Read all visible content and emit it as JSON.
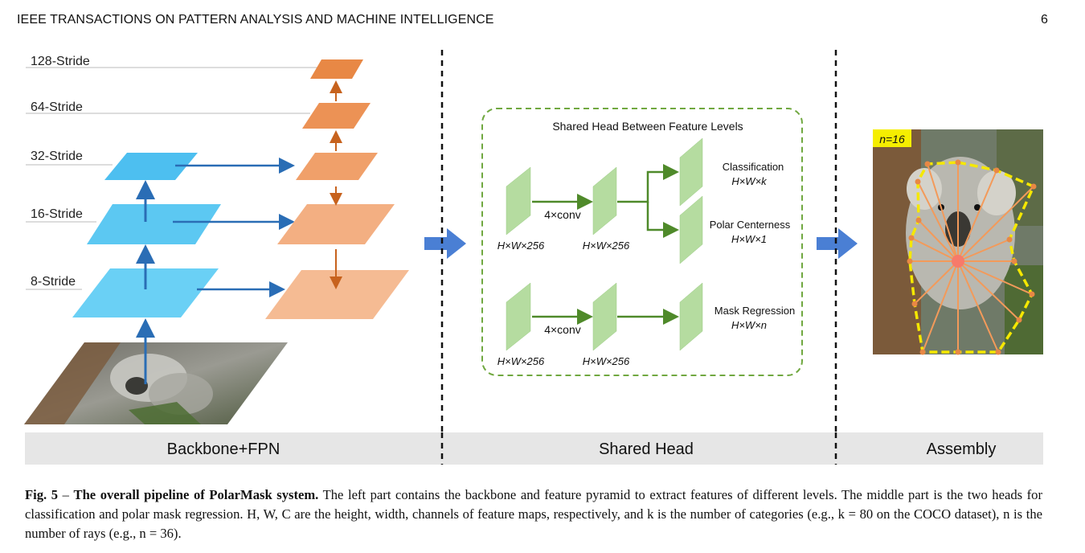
{
  "header": {
    "journal": "IEEE TRANSACTIONS ON PATTERN ANALYSIS AND MACHINE INTELLIGENCE",
    "page_number": "6"
  },
  "figure": {
    "strides": [
      "128-Stride",
      "64-Stride",
      "32-Stride",
      "16-Stride",
      "8-Stride"
    ],
    "head_box_title": "Shared Head Between Feature Levels",
    "conv_label": "4×conv",
    "feature_dim": "H×W×256",
    "outputs": {
      "classification": "Classification",
      "classification_dim": "H×W×k",
      "centerness": "Polar Centerness",
      "centerness_dim": "H×W×1",
      "mask": "Mask Regression",
      "mask_dim": "H×W×n"
    },
    "n_label": "n=16",
    "panel_labels": [
      "Backbone+FPN",
      "Shared Head",
      "Assembly"
    ],
    "colors": {
      "backbone": "#5cc8f2",
      "fpn": "#f0a06a",
      "head_box": "#70a840",
      "feature_map": "#b5dca0",
      "arrow_blue": "#4a7fd4",
      "contour": "#f5e800"
    }
  },
  "caption": {
    "label": "Fig. 5",
    "dash": " – ",
    "title": "The overall pipeline of PolarMask system.",
    "body": " The left part contains the backbone and feature pyramid to extract features of different levels. The middle part is the two heads for classification and polar mask regression. H, W, C are the height, width, channels of feature maps, respectively, and k is the number of categories (e.g., k = 80 on the COCO dataset), n is the number of rays (e.g., n = 36)."
  }
}
